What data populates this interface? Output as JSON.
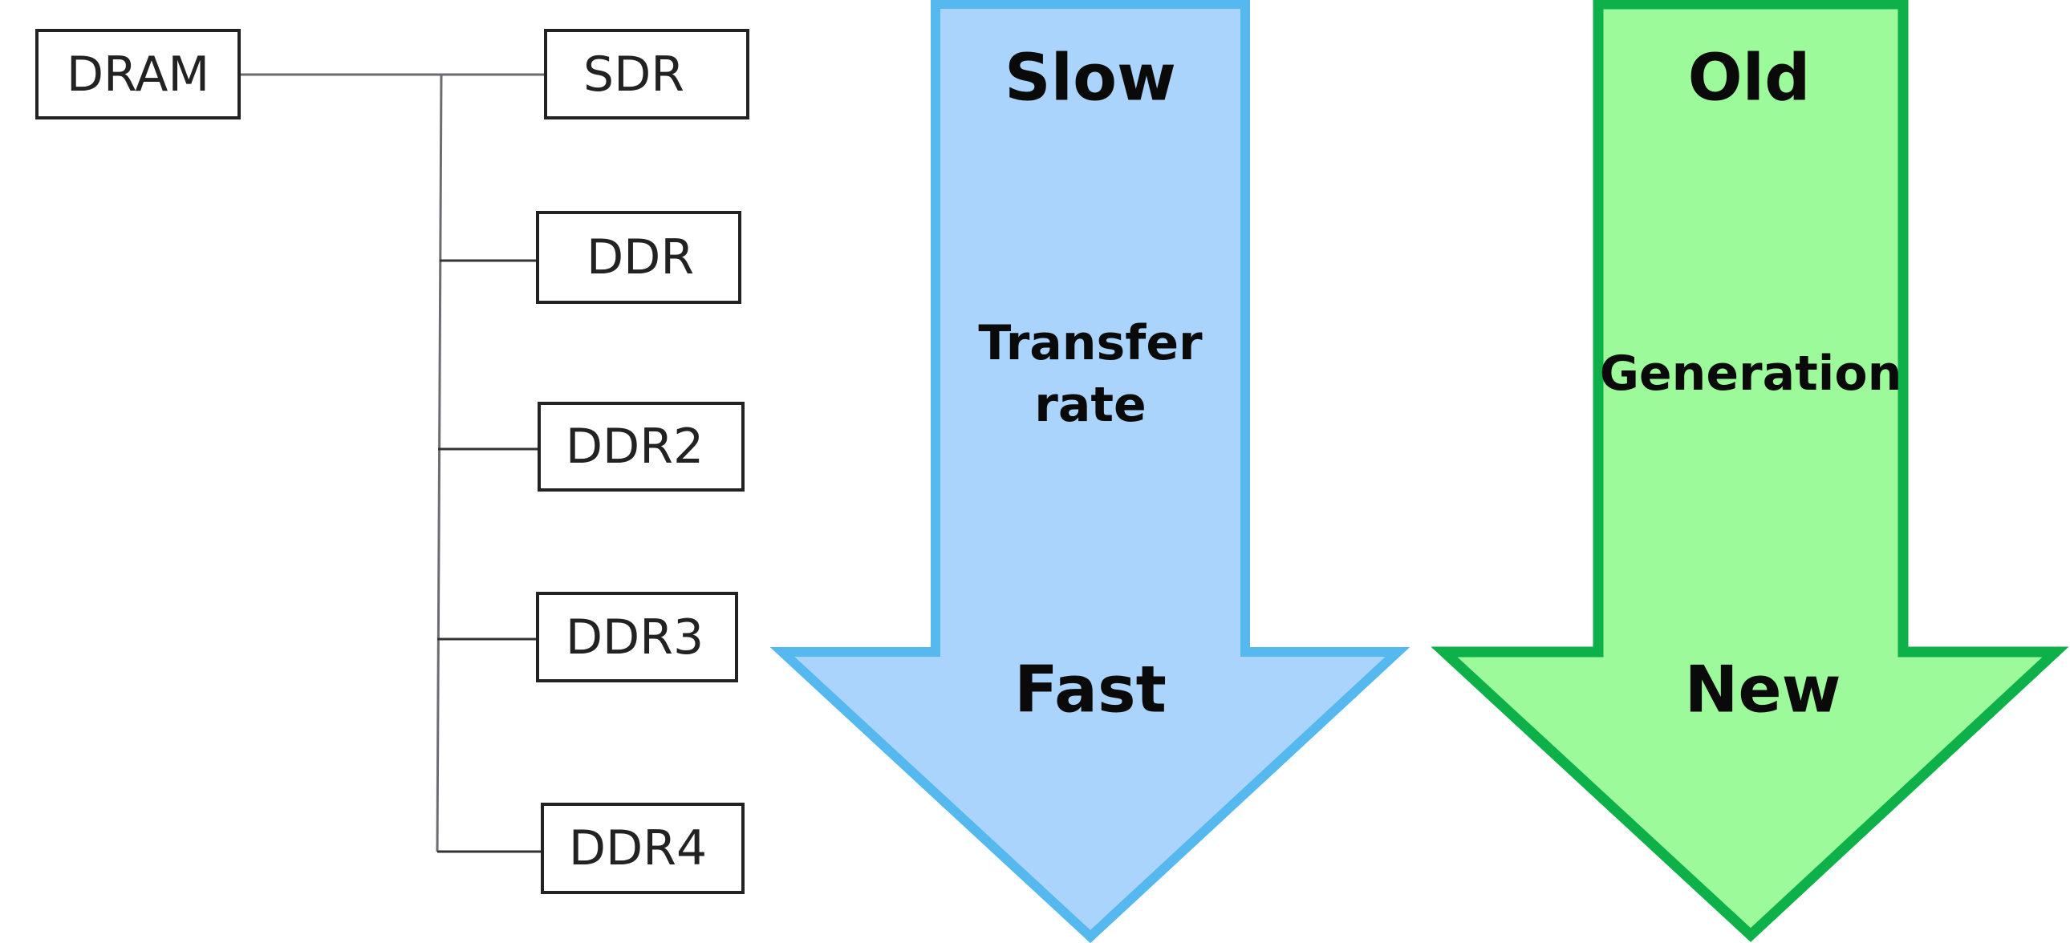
{
  "tree": {
    "root": "DRAM",
    "children": [
      "SDR",
      "DDR",
      "DDR2",
      "DDR3",
      "DDR4"
    ]
  },
  "arrows": {
    "transfer": {
      "top_label": "Slow",
      "middle_label_line1": "Transfer",
      "middle_label_line2": "rate",
      "bottom_label": "Fast",
      "fill_color": "#aad4fb",
      "stroke_color": "#55b8ee"
    },
    "generation": {
      "top_label": "Old",
      "middle_label": "Generation",
      "bottom_label": "New",
      "fill_color": "#9dfa9a",
      "stroke_color": "#0eb04a"
    }
  }
}
